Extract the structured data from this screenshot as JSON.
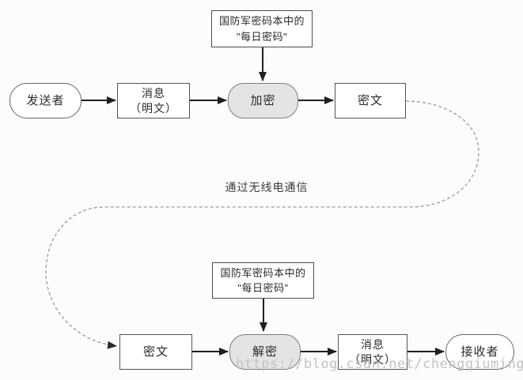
{
  "diagram": {
    "channel_label": "通过无线电通信",
    "watermark": "https://blog.csdn.net/chengqiuming",
    "top": {
      "key_box": {
        "line1": "国防军密码本中的",
        "line2": "\"每日密码\""
      },
      "sender": "发送者",
      "message": {
        "line1": "消息",
        "line2": "（明文）"
      },
      "encrypt": "加密",
      "ciphertext": "密文"
    },
    "bottom": {
      "key_box": {
        "line1": "国防军密码本中的",
        "line2": "\"每日密码\""
      },
      "ciphertext": "密文",
      "decrypt": "解密",
      "message": {
        "line1": "消息",
        "line2": "（明文）"
      },
      "receiver": "接收者"
    },
    "colors": {
      "background": "#fcfcfc",
      "process_fill": "#e4e4e4",
      "box_border": "#555555",
      "arrow": "#1f1f1f",
      "dashed_line": "#9a9a9a",
      "watermark": "#c9c0c0"
    }
  }
}
